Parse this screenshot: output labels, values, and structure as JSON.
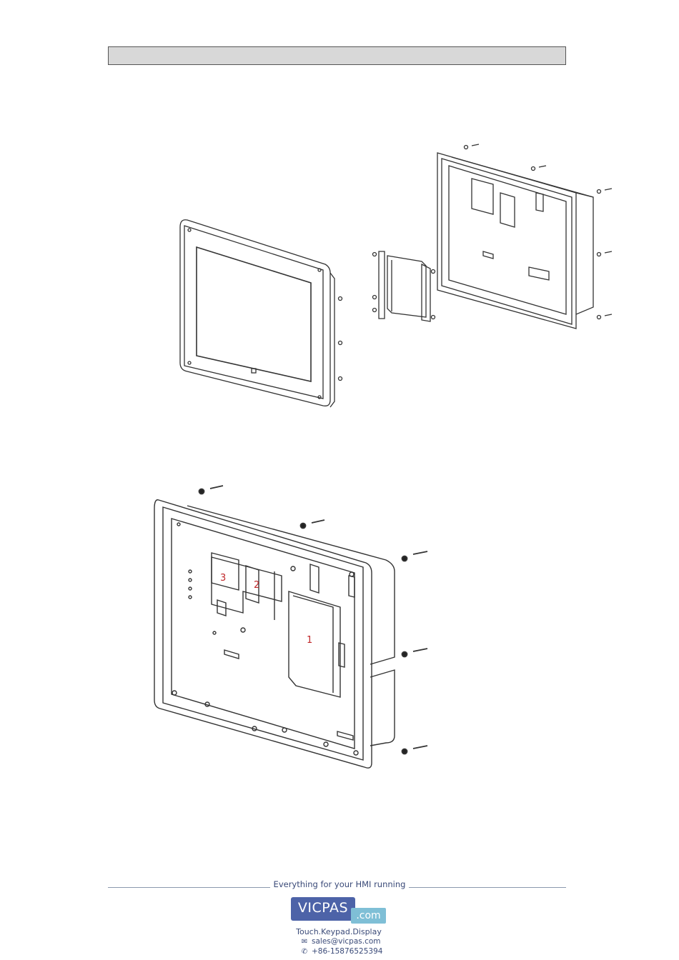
{
  "header": {
    "title": ""
  },
  "figure2": {
    "callouts": [
      "1",
      "2",
      "3"
    ]
  },
  "footer": {
    "tagline": "Everything for your HMI running",
    "logo_main": "VICPAS",
    "logo_reg": "®",
    "logo_suffix": ".com",
    "subtitle": "Touch.Keypad.Display",
    "email": "sales@vicpas.com",
    "phone": "+86-15876525394",
    "email_icon": "envelope-icon",
    "phone_icon": "whatsapp-icon",
    "accent_color": "#4d63a8",
    "secondary_color": "#7fbfd6"
  }
}
